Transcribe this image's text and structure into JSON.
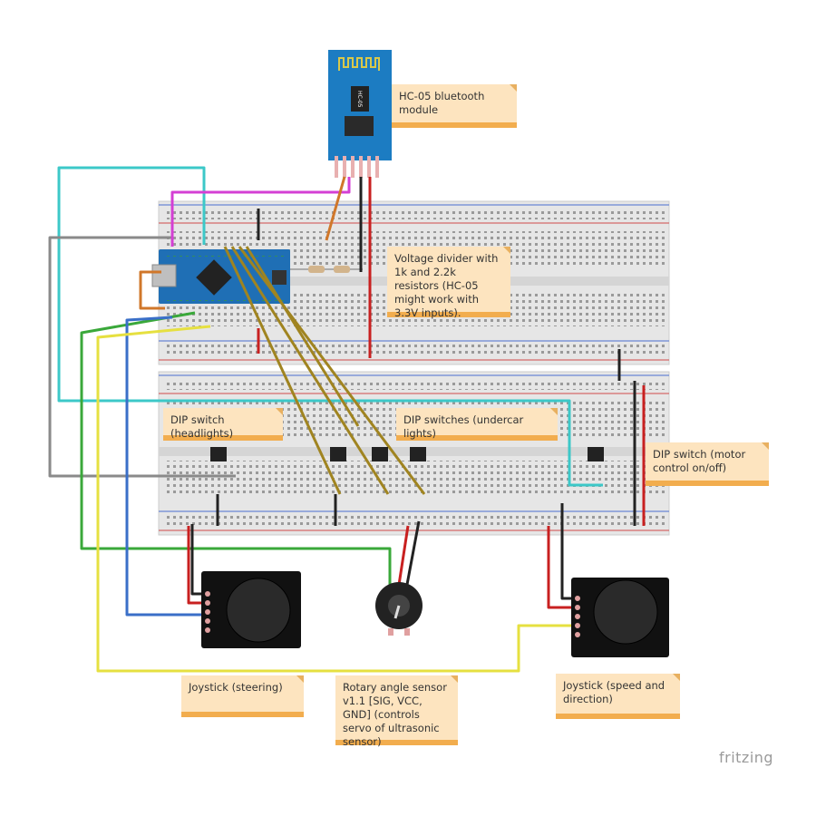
{
  "notes": {
    "hc05": "HC-05 bluetooth module",
    "divider": "Voltage divider with 1k and 2.2k resistors (HC-05 might work with 3.3V inputs).",
    "dip_headlights": "DIP switch (headlights)",
    "dip_undercar": "DIP switches (undercar lights)",
    "dip_motor": "DIP switch (motor control on/off)",
    "joystick_steering": "Joystick (steering)",
    "rotary": "Rotary angle sensor v1.1 [SIG, VCC, GND] (controls servo of ultrasonic sensor)",
    "joystick_speed": "Joystick (speed and direction)"
  },
  "module_label": "HC-05",
  "logo": "fritzing",
  "colors": {
    "note_bg": "#fde4bf",
    "note_border": "#f2ad4e",
    "breadboard": "#e6e6e6",
    "arduino": "#1f6fb5",
    "hc05_board": "#1c7cc2"
  }
}
